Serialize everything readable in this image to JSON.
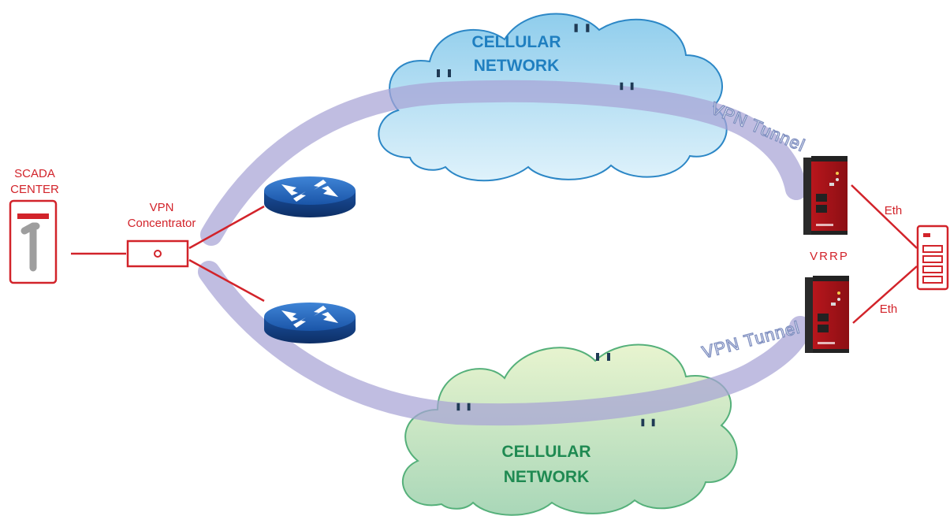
{
  "scada": {
    "label_line1": "SCADA",
    "label_line2": "CENTER",
    "icon": "server-tower-icon"
  },
  "concentrator": {
    "label_line1": "VPN",
    "label_line2": "Concentrator",
    "icon": "vpn-concentrator-icon"
  },
  "routers": [
    {
      "icon": "router-icon"
    },
    {
      "icon": "router-icon"
    }
  ],
  "clouds": {
    "top": {
      "label_line1": "CELLULAR",
      "label_line2": "NETWORK",
      "color": "#1f7fc0"
    },
    "bottom": {
      "label_line1": "CELLULAR",
      "label_line2": "NETWORK",
      "color": "#1f8a52"
    }
  },
  "tunnels": {
    "top_label": "VPN Tunnel",
    "bottom_label": "VPN Tunnel",
    "color": "#a7a3d6"
  },
  "gateway": {
    "redundancy_label": "VRRP",
    "icon": "industrial-router-icon"
  },
  "links": {
    "eth_top": "Eth",
    "eth_bottom": "Eth"
  },
  "end_device": {
    "icon": "rtu-device-icon"
  },
  "colors": {
    "accent_red": "#d2232a",
    "router_blue": "#1e63b8"
  }
}
